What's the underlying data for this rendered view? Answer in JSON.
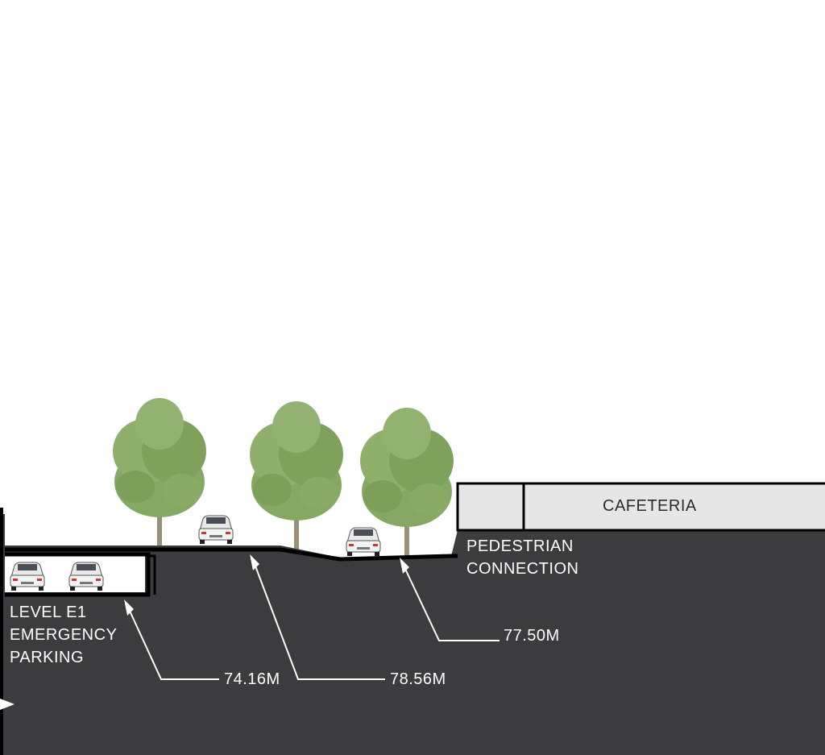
{
  "labels": {
    "cafeteria": "CAFETERIA",
    "pedestrian_line1": "PEDESTRIAN",
    "pedestrian_line2": "CONNECTION",
    "parking_line1": "LEVEL E1",
    "parking_line2": "EMERGENCY",
    "parking_line3": "PARKING"
  },
  "elevations": {
    "e1_parking": "74.16M",
    "upper_road": "78.56M",
    "lower_road": "77.50M"
  },
  "colors": {
    "ground": "#3c3b3d",
    "building_fill": "#e6e6e6",
    "outline": "#000000",
    "leader": "#ffffff",
    "foliage": "#86a865",
    "trunk": "#9a9078"
  },
  "icons": {
    "tree": "deciduous-tree-icon",
    "car": "car-icon",
    "section_marker": "section-marker-icon"
  }
}
